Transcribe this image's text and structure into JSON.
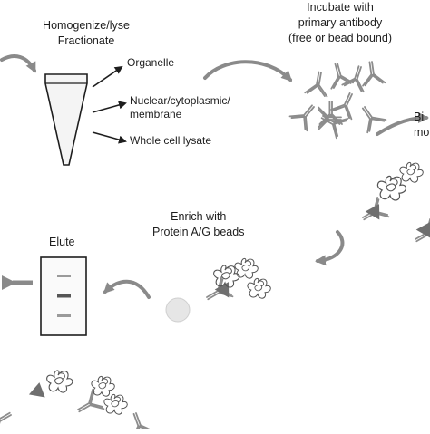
{
  "steps": {
    "homogenize": {
      "line1": "Homogenize/lyse",
      "line2": "Fractionate"
    },
    "fractions": {
      "organelle": "Organelle",
      "nuclear_line1": "Nuclear/cytoplasmic/",
      "nuclear_line2": "membrane",
      "whole_cell": "Whole cell lysate"
    },
    "incubate": {
      "line1": "Incubate with",
      "line2": "primary antibody",
      "line3": "(free or bead bound)"
    },
    "bind_fragment": {
      "line1": "Bi",
      "line2": "mo"
    },
    "enrich": {
      "line1": "Enrich with",
      "line2": "Protein A/G beads"
    },
    "elute": {
      "label": "Elute"
    }
  },
  "colors": {
    "line": "#1e1e1e",
    "arrow_gray": "#8a8a8a",
    "antibody": "#8c8c8c",
    "antigen_triangle": "#6f6f6f",
    "bead": "#e6e6e6",
    "gel_band": "#9a9a9a",
    "gel_band_dark": "#555555"
  }
}
